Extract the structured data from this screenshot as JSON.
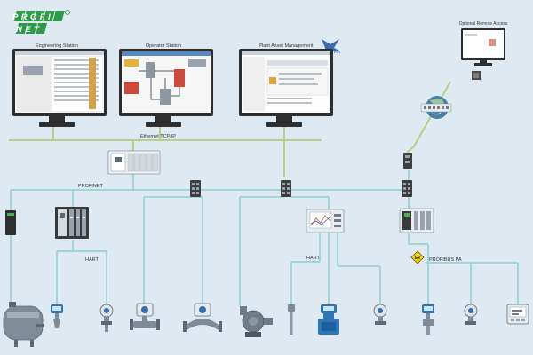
{
  "logo": {
    "line1": "PROFI",
    "line2": "NET"
  },
  "stations": {
    "engineering": "Engineering Station",
    "operator": "Operator Station",
    "asset_management": "Plant Asset Management",
    "remote": "Optional Remote Access"
  },
  "fdt_badge": "FDT",
  "networks": {
    "ethernet": "Ethernet TCP/IP",
    "profinet": "PROFINET",
    "hart_left": "HART",
    "hart_right": "HART",
    "profibus": "PROFIBUS PA",
    "ex_symbol": "Ex"
  },
  "colors": {
    "background": "#dfe9f1",
    "ethernet_line": "#b7cf87",
    "field_line": "#9fd6d8",
    "ex_badge": "#f4d000",
    "globe": "#4a7fa8"
  },
  "icons": [
    "profinet-logo-icon",
    "monitor-icon",
    "controller-icon",
    "switch-icon",
    "gateway-icon",
    "globe-icon",
    "ex-zone-icon",
    "tank-icon",
    "flow-meter-icon",
    "pressure-transmitter-icon",
    "pump-icon",
    "temperature-sensor-icon",
    "level-transmitter-icon",
    "display-indicator-icon"
  ]
}
